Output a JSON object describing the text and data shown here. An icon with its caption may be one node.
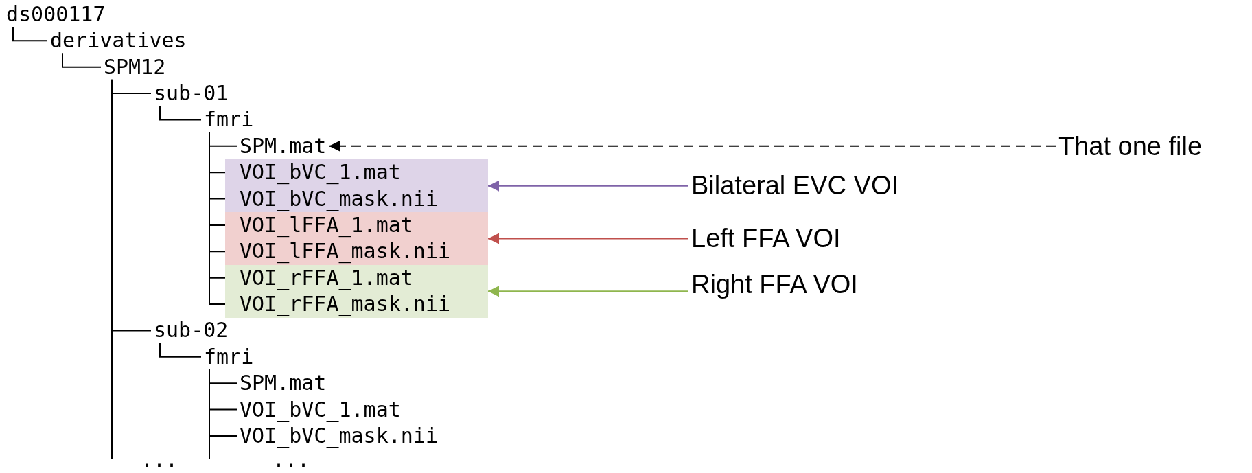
{
  "diagram": {
    "nodes": [
      {
        "text": [
          "ds000117"
        ]
      },
      {
        "text": [
          "derivatives"
        ]
      },
      {
        "text": [
          "SPM12"
        ]
      },
      {
        "text": [
          "sub-01"
        ]
      },
      {
        "text": [
          "fmri"
        ]
      },
      {
        "text": [
          "SPM.mat"
        ]
      },
      {
        "text": [],
        "shape": "box"
      },
      {
        "text": [
          "VOI_bVC_1.mat"
        ],
        "in": 6
      },
      {
        "text": [
          "VOI_bVC_mask.nii"
        ],
        "in": 6
      },
      {
        "text": [],
        "shape": "box"
      },
      {
        "text": [
          "VOI_lFFA_1.mat"
        ],
        "in": 9
      },
      {
        "text": [
          "VOI_lFFA_mask.nii"
        ],
        "in": 9
      },
      {
        "text": [],
        "shape": "box"
      },
      {
        "text": [
          "VOI_rFFA_1.mat"
        ],
        "in": 12
      },
      {
        "text": [
          "VOI_rFFA_mask.nii"
        ],
        "in": 12
      },
      {
        "text": [
          "sub-02"
        ]
      },
      {
        "text": [
          "fmri"
        ]
      },
      {
        "text": [
          "SPM.mat"
        ]
      },
      {
        "text": [
          "VOI_bVC_1.mat"
        ]
      },
      {
        "text": [
          "VOI_bVC_mask.nii"
        ]
      },
      {
        "text": [
          "That one file"
        ]
      },
      {
        "text": [
          "Bilateral EVC VOI"
        ]
      },
      {
        "text": [
          "Left FFA VOI"
        ]
      },
      {
        "text": [
          "Right FFA VOI"
        ]
      }
    ],
    "edges": [
      {
        "from": 0,
        "to": 1,
        "arrow": "none"
      },
      {
        "from": 1,
        "to": 2,
        "arrow": "none"
      },
      {
        "from": 2,
        "to": 3,
        "arrow": "none"
      },
      {
        "from": 3,
        "to": 4,
        "arrow": "none"
      },
      {
        "from": 4,
        "to": 5,
        "arrow": "none"
      },
      {
        "from": 4,
        "to": 7,
        "arrow": "none"
      },
      {
        "from": 4,
        "to": 8,
        "arrow": "none"
      },
      {
        "from": 4,
        "to": 10,
        "arrow": "none"
      },
      {
        "from": 4,
        "to": 11,
        "arrow": "none"
      },
      {
        "from": 4,
        "to": 13,
        "arrow": "none"
      },
      {
        "from": 4,
        "to": 14,
        "arrow": "none"
      },
      {
        "from": 2,
        "to": 15,
        "arrow": "none"
      },
      {
        "from": 15,
        "to": 16,
        "arrow": "none"
      },
      {
        "from": 16,
        "to": 17,
        "arrow": "none"
      },
      {
        "from": 16,
        "to": 18,
        "arrow": "none"
      },
      {
        "from": 16,
        "to": 19,
        "arrow": "none"
      },
      {
        "from": 20,
        "to": 5,
        "arrow": "to",
        "style": "dashed"
      },
      {
        "from": 21,
        "to": 6,
        "arrow": "to",
        "color": "#7f63a8"
      },
      {
        "from": 22,
        "to": 9,
        "arrow": "to",
        "color": "#c0504d"
      },
      {
        "from": 23,
        "to": 12,
        "arrow": "to",
        "color": "#8fb64e"
      }
    ],
    "labels": [
      "...",
      "..."
    ]
  }
}
